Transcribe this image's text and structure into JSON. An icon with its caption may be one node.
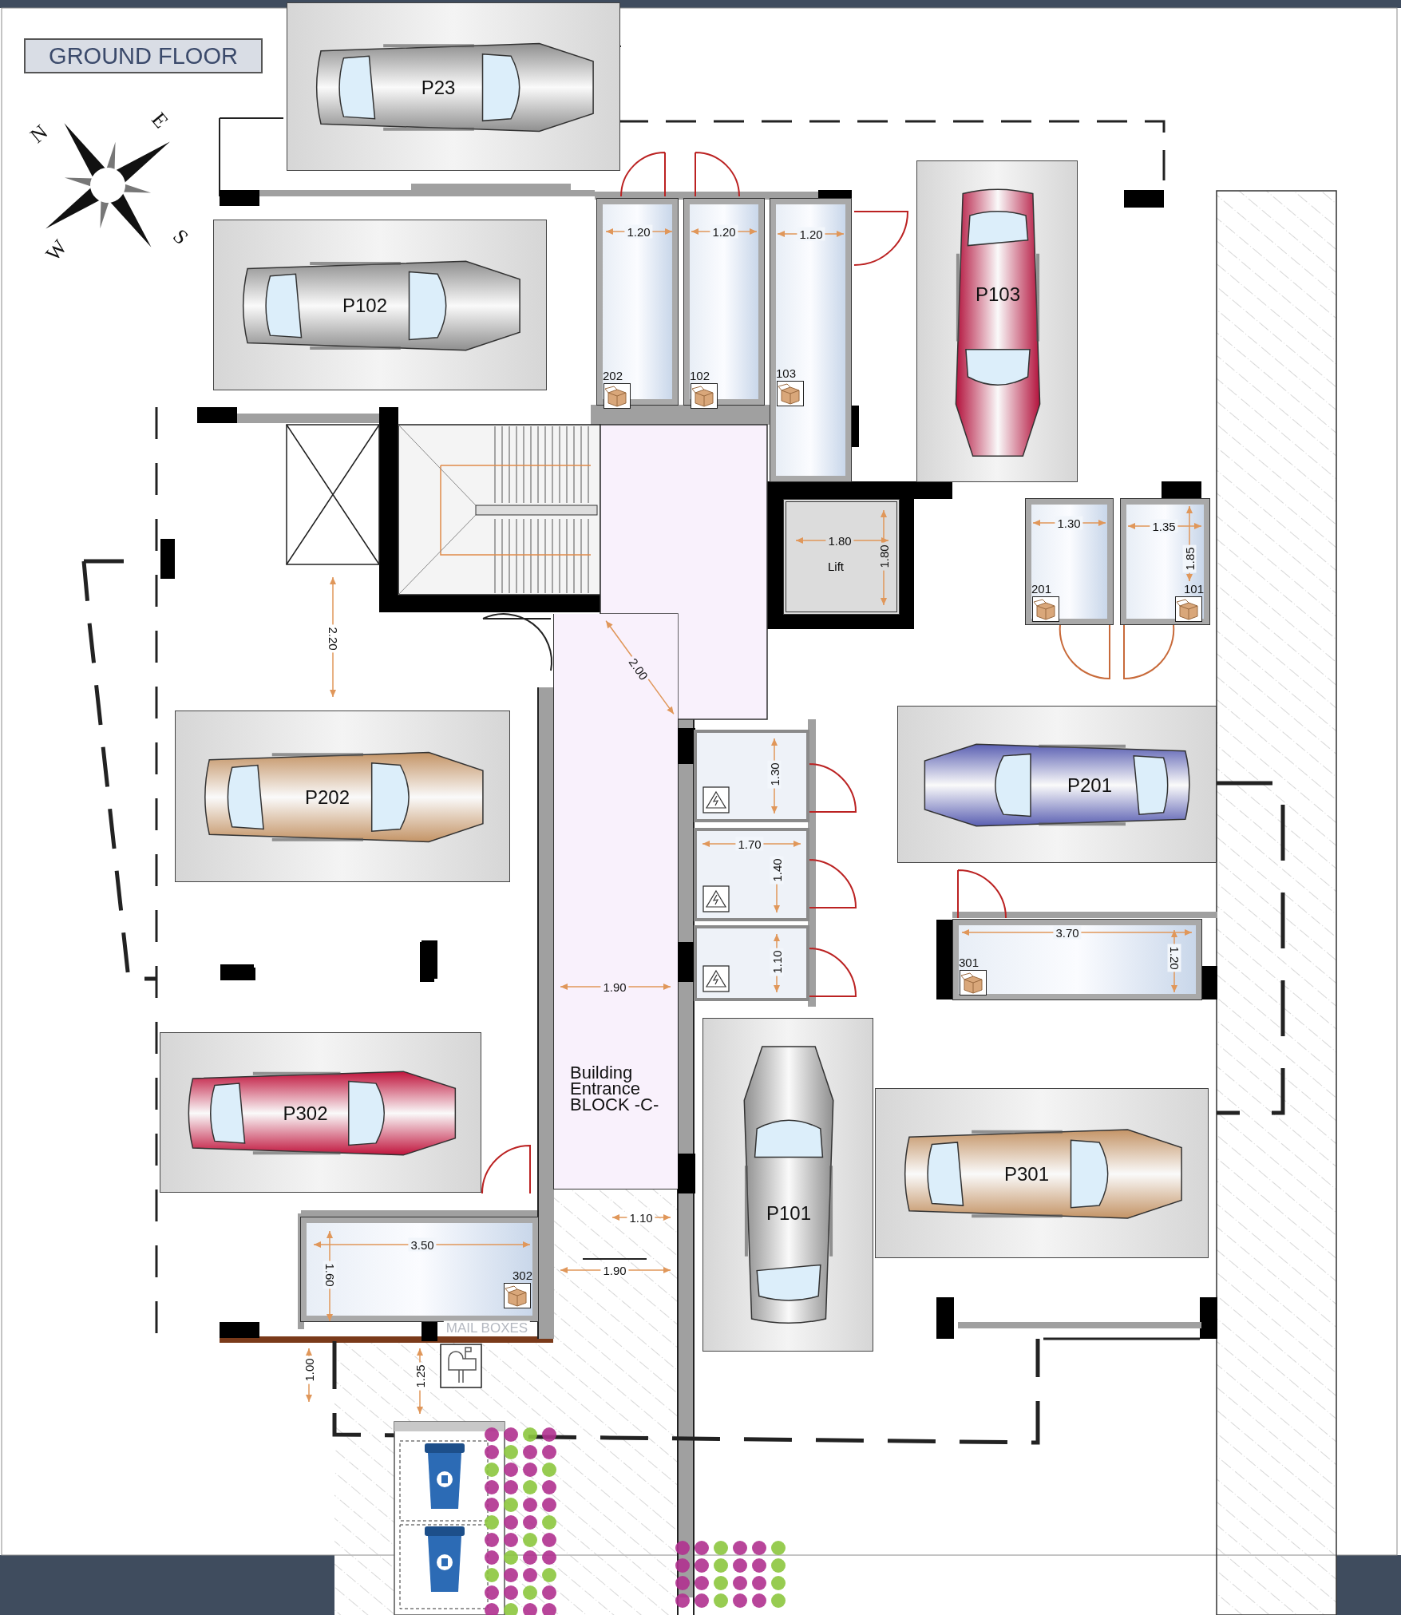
{
  "diagram": {
    "title": "GROUND FLOOR",
    "nodes": [
      {
        "text": [
          "P23"
        ]
      },
      {
        "text": [
          "P102"
        ]
      },
      {
        "text": [
          "202"
        ]
      },
      {
        "text": [
          "102"
        ]
      },
      {
        "text": [
          "103"
        ]
      },
      {
        "text": [
          "P103"
        ]
      },
      {
        "text": [
          "Lift"
        ]
      },
      {
        "text": [
          "201"
        ]
      },
      {
        "text": [
          "101"
        ]
      },
      {
        "text": [
          "P202"
        ]
      },
      {
        "text": [
          "P201"
        ]
      },
      {
        "text": [
          "301"
        ]
      },
      {
        "text": [
          "Building Entrance BLOCK -C-"
        ]
      },
      {
        "text": [
          "P302"
        ]
      },
      {
        "text": [
          "P101"
        ]
      },
      {
        "text": [
          "P301"
        ]
      },
      {
        "text": [
          "302"
        ]
      }
    ],
    "labels": [
      "N",
      "E",
      "W",
      "S",
      "1.20",
      "1.20",
      "1.20",
      "1.30",
      "1.35",
      "1.85",
      "1.80",
      "1.80",
      "2.20",
      "2.00",
      "1.30",
      "1.70",
      "1.40",
      "1.10",
      "3.70",
      "1.20",
      "1.90",
      "1.10",
      "3.50",
      "1.60",
      "1.90",
      "MAIL BOXES",
      "1.00",
      "1.25"
    ]
  }
}
